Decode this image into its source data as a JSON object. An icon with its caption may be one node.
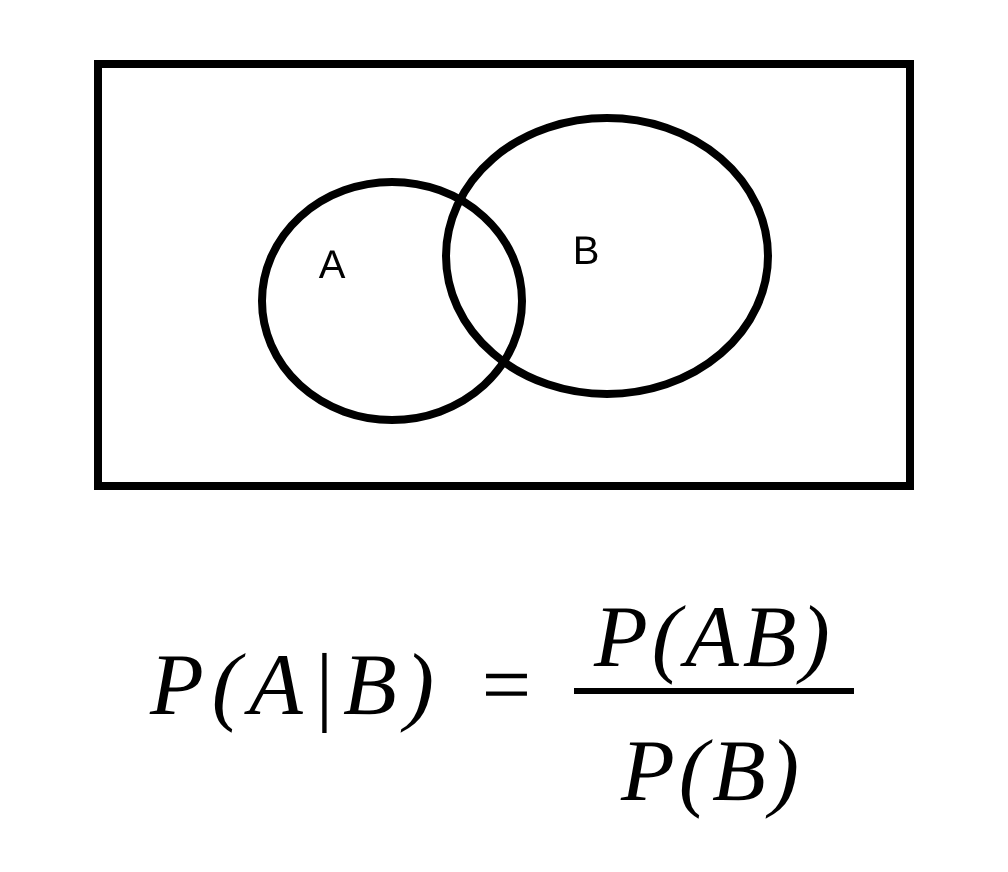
{
  "diagram": {
    "nodes": [
      {
        "text": [],
        "shape": "box"
      },
      {
        "text": [
          "A"
        ],
        "in": 0
      },
      {
        "text": [
          "B"
        ],
        "in": 0
      }
    ],
    "labels": [
      "P(A|B) =",
      "P(AB)",
      "P(B)"
    ]
  }
}
